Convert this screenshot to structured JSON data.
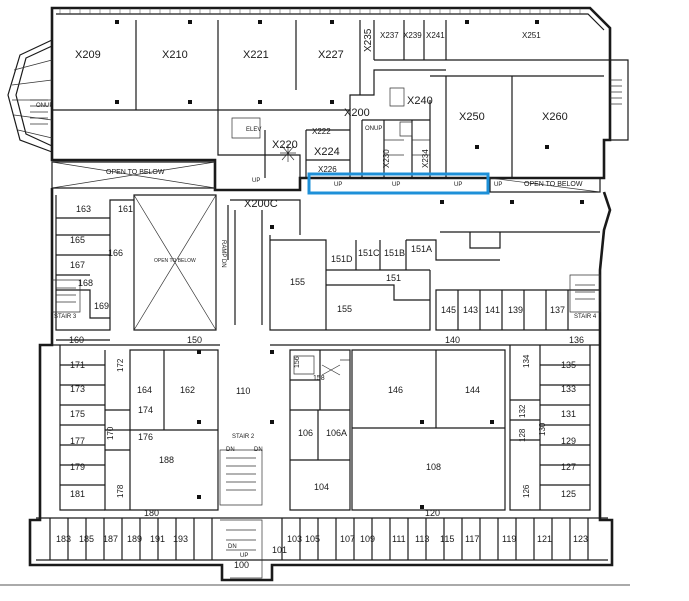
{
  "floor_plan": {
    "rooms_upper": [
      "X209",
      "X210",
      "X221",
      "X227",
      "X235",
      "X237",
      "X239",
      "X241",
      "X251",
      "X200",
      "X240",
      "X250",
      "X260",
      "X220",
      "X222",
      "X224",
      "X226",
      "X230",
      "X234",
      "X200C"
    ],
    "open_to_below": [
      "OPEN TO BELOW",
      "OPEN TO BELOW",
      "OPEN  TO  BELOW"
    ],
    "rooms_west": [
      "163",
      "161",
      "165",
      "166",
      "167",
      "168",
      "169",
      "160",
      "150"
    ],
    "rooms_center": [
      "155",
      "151D",
      "151C",
      "151B",
      "151A",
      "151",
      "155",
      "110",
      "106",
      "106A",
      "104",
      "146",
      "144",
      "108",
      "120",
      "140"
    ],
    "rooms_east_row": [
      "145",
      "143",
      "141",
      "139",
      "137",
      "136"
    ],
    "rooms_west_col": [
      "171",
      "173",
      "175",
      "177",
      "179",
      "181",
      "172",
      "170",
      "178",
      "180"
    ],
    "rooms_inner_west": [
      "164",
      "162",
      "174",
      "176",
      "188"
    ],
    "rooms_east_col": [
      "135",
      "133",
      "131",
      "129",
      "127",
      "125",
      "134",
      "132",
      "130",
      "128",
      "126"
    ],
    "rooms_south_row": [
      "183",
      "185",
      "187",
      "189",
      "191",
      "193",
      "103",
      "105",
      "107",
      "109",
      "111",
      "113",
      "115",
      "117",
      "119",
      "121",
      "123",
      "101",
      "100"
    ],
    "small_rooms": [
      "156",
      "158"
    ],
    "stairs": [
      "STAIR 3",
      "STAIR 4",
      "STAIR 2"
    ],
    "labels_misc": [
      "RAMP DN",
      "UP",
      "DN",
      "ONUP",
      "ELEV"
    ],
    "highlight_color": "#1e90d8"
  }
}
